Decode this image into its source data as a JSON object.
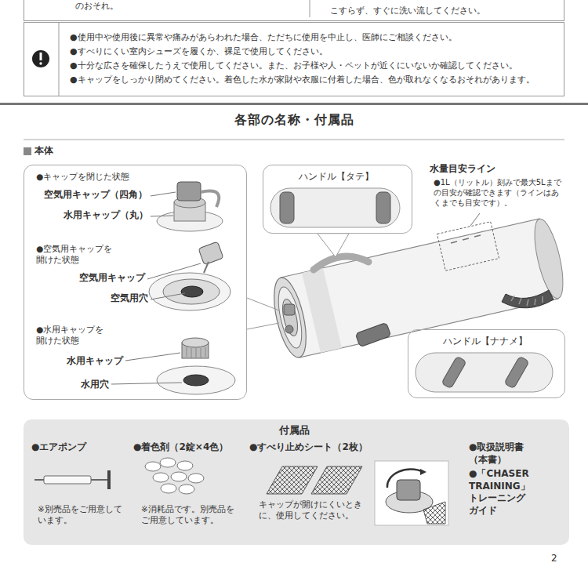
{
  "diagram": {
    "title": "各部の名称・付属品",
    "nodes": [
      {
        "text": [
          "のおそれ。",
          "こすらず、すぐに洗い流してください。"
        ]
      },
      {
        "text": [
          "●使用中や使用後に異常や痛みがあらわれた場合、ただちに使用を中止し、医師にご相談ください。",
          "●すべりにくい室内シューズを履くか、裸足で使用してください。",
          "●十分な広さを確保したうえで使用してください。また、お子様や人・ペットが近くにいないか確認してください。",
          "●キャップをしっかり閉めてください。着色した水が家財や衣服に付着した場合、色が取れなくなるおそれがあります。"
        ]
      },
      {
        "text": [
          "●キャップを閉じた状態",
          "空気用キャップ（四角）",
          "水用キャップ（丸）",
          "●空気用キャップを開けた状態",
          "空気用キャップ",
          "空気用穴",
          "●水用キャップを開けた状態",
          "水用キャップ",
          "水用穴"
        ]
      },
      {
        "text": [
          "ハンドル【タテ】"
        ]
      },
      {
        "text": [
          "ハンドル【ナナメ】"
        ]
      },
      {
        "text": [
          "付属品",
          "●エアポンプ",
          "※別売品をご用意しています。",
          "●着色剤（2錠×4色）",
          "※消耗品です。別売品をご用意しています。",
          "●すべり止めシート（2枚）",
          "キャップが開けにくいときに、使用してください。",
          "●取扱説明書（本書）",
          "●「CHASER TRAINING」トレーニングガイド"
        ]
      }
    ],
    "labels": [
      "本体",
      "水量目安ライン",
      "●1L（リットル）刻みで最大5Lまでの目安が確認できます（ラインはあくまでも目安です）。",
      "2"
    ]
  }
}
